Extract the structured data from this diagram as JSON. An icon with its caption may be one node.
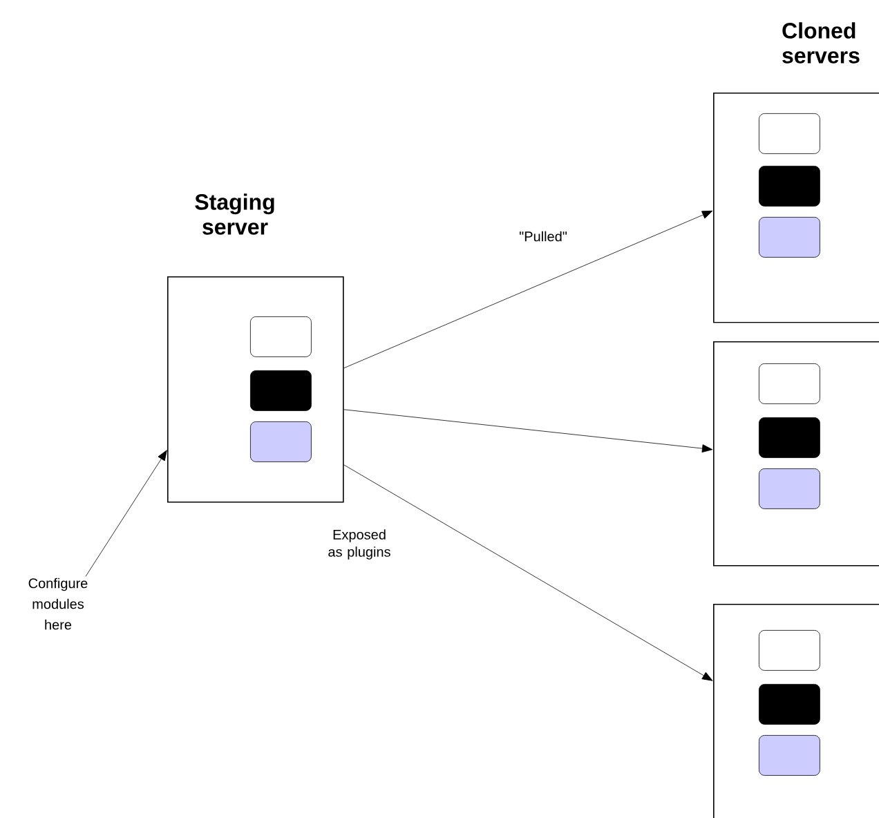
{
  "diagram": {
    "nodes": [
      {
        "text": [
          "Staging server"
        ]
      },
      {
        "text": [],
        "shape": "box",
        "in": 0
      },
      {
        "text": [],
        "shape": "box",
        "in": 0
      },
      {
        "text": [],
        "shape": "box",
        "in": 0
      },
      {
        "text": [],
        "shape": "box"
      },
      {
        "text": [],
        "shape": "box",
        "in": 4
      },
      {
        "text": [],
        "shape": "box",
        "in": 4
      },
      {
        "text": [],
        "shape": "box",
        "in": 4
      },
      {
        "text": [],
        "shape": "box"
      },
      {
        "text": [],
        "shape": "box",
        "in": 8
      },
      {
        "text": [],
        "shape": "box",
        "in": 8
      },
      {
        "text": [],
        "shape": "box",
        "in": 8
      },
      {
        "text": [],
        "shape": "box"
      },
      {
        "text": [],
        "shape": "box",
        "in": 12
      },
      {
        "text": [],
        "shape": "box",
        "in": 12
      },
      {
        "text": [],
        "shape": "box",
        "in": 12
      },
      {
        "text": [
          "Configure modules here"
        ]
      }
    ],
    "edges": [
      {
        "from": 16,
        "to": 0,
        "arrow": "to"
      },
      {
        "from": 0,
        "to": 4,
        "arrow": "to",
        "label": "\"Pulled\""
      },
      {
        "from": 0,
        "to": 8,
        "arrow": "to"
      },
      {
        "from": 0,
        "to": 12,
        "arrow": "to"
      }
    ],
    "labels": [
      "Cloned servers",
      "Exposed as plugins"
    ]
  }
}
